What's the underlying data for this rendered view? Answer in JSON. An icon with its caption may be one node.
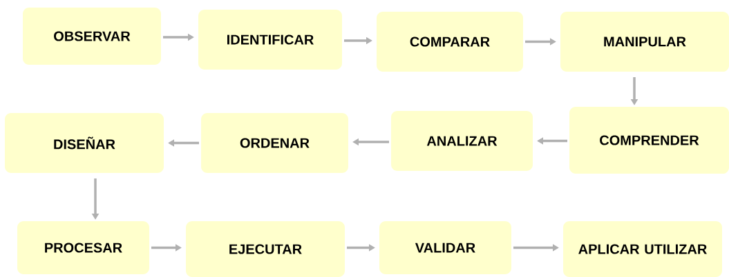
{
  "diagram": {
    "nodes": [
      {
        "text": [
          "OBSERVAR"
        ]
      },
      {
        "text": [
          "IDENTIFICAR"
        ]
      },
      {
        "text": [
          "COMPARAR"
        ]
      },
      {
        "text": [
          "MANIPULAR"
        ]
      },
      {
        "text": [
          "COMPRENDER"
        ]
      },
      {
        "text": [
          "ANALIZAR"
        ]
      },
      {
        "text": [
          "ORDENAR"
        ]
      },
      {
        "text": [
          "DISEÑAR"
        ]
      },
      {
        "text": [
          "PROCESAR"
        ]
      },
      {
        "text": [
          "EJECUTAR"
        ]
      },
      {
        "text": [
          "VALIDAR"
        ]
      },
      {
        "text": [
          "APLICAR UTILIZAR"
        ]
      }
    ],
    "edges": [
      {
        "from": 0,
        "to": 1,
        "arrow": "to"
      },
      {
        "from": 1,
        "to": 2,
        "arrow": "to"
      },
      {
        "from": 2,
        "to": 3,
        "arrow": "to"
      },
      {
        "from": 3,
        "to": 4,
        "arrow": "to"
      },
      {
        "from": 4,
        "to": 5,
        "arrow": "to"
      },
      {
        "from": 5,
        "to": 6,
        "arrow": "to"
      },
      {
        "from": 6,
        "to": 7,
        "arrow": "to"
      },
      {
        "from": 7,
        "to": 8,
        "arrow": "to"
      },
      {
        "from": 8,
        "to": 9,
        "arrow": "to"
      },
      {
        "from": 9,
        "to": 10,
        "arrow": "to"
      },
      {
        "from": 10,
        "to": 11,
        "arrow": "to"
      }
    ]
  }
}
